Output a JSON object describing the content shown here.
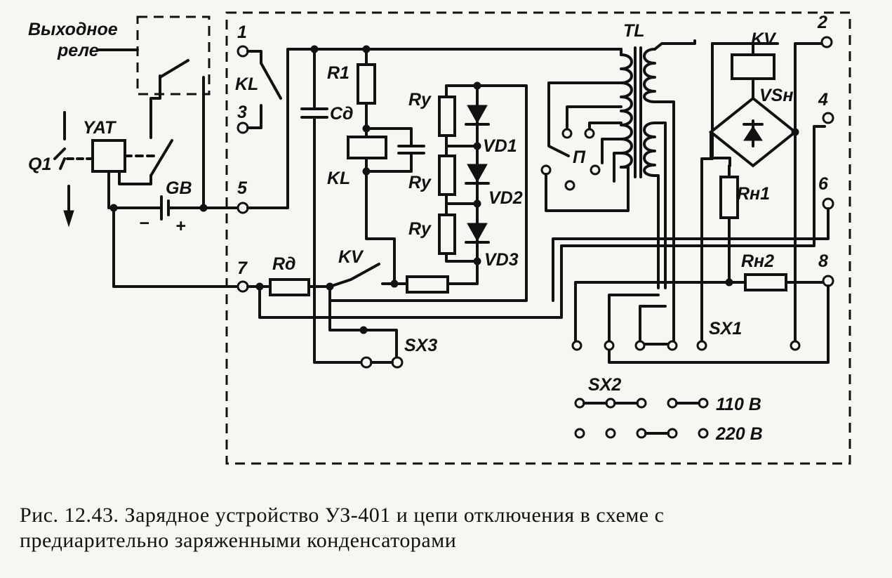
{
  "labels": {
    "output_relay_1": "Выходное",
    "output_relay_2": "реле",
    "q1": "Q1",
    "yat": "YAT",
    "gb": "GB",
    "minus": "−",
    "plus": "+",
    "t1": "1",
    "t2": "2",
    "t3": "3",
    "t4": "4",
    "t5": "5",
    "t6": "6",
    "t7": "7",
    "t8": "8",
    "kl_contact": "KL",
    "kl_coil": "KL",
    "r1": "R1",
    "cd": "Cд",
    "ry1": "Rу",
    "ry2": "Rу",
    "ry3": "Rу",
    "vd1": "VD1",
    "vd2": "VD2",
    "vd3": "VD3",
    "rd": "Rд",
    "kv_contact": "KV",
    "kv_coil": "KV",
    "tl": "TL",
    "p": "П",
    "vsn": "VSн",
    "rn1": "Rн1",
    "rn2": "Rн2",
    "sx1": "SX1",
    "sx2": "SX2",
    "sx3": "SX3",
    "v110": "110 В",
    "v220": "220 В"
  },
  "caption": {
    "line1": "Рис. 12.43. Зарядное устройство УЗ-401 и цепи отключения в схеме с",
    "line2": "предиарительно заряженными конденсаторами"
  }
}
